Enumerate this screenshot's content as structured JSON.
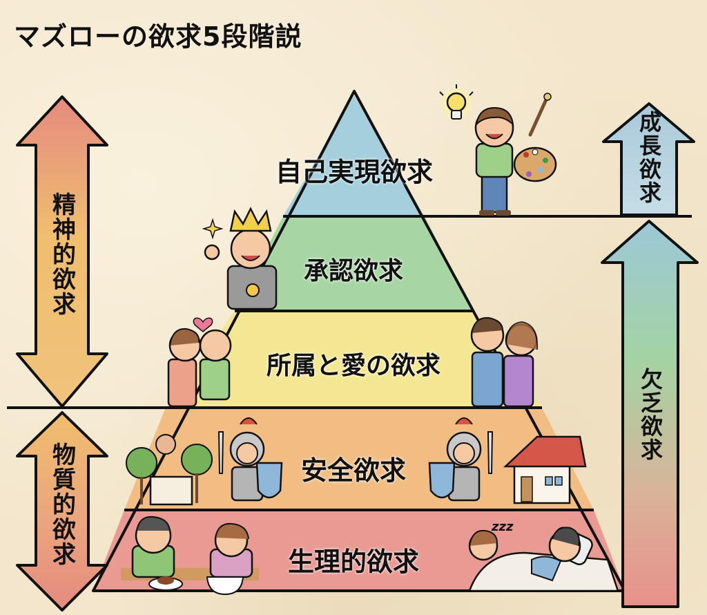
{
  "title": "マズローの欲求5段階説",
  "pyramid": {
    "levels": [
      {
        "rank": 5,
        "label": "自己実現欲求",
        "color": "#9ccbd9",
        "illustration": "man-with-lightbulb-and-paint-palette"
      },
      {
        "rank": 4,
        "label": "承認欲求",
        "color": "#9fd3a0",
        "illustration": "man-with-crown-and-medal"
      },
      {
        "rank": 3,
        "label": "所属と愛の欲求",
        "color": "#f3e48a",
        "illustration": "hugging-couples"
      },
      {
        "rank": 2,
        "label": "安全欲求",
        "color": "#f0b877",
        "illustration": "knights-with-shields-and-houses"
      },
      {
        "rank": 1,
        "label": "生理的欲求",
        "color": "#e8908a",
        "illustration": "people-eating-and-sleeping"
      }
    ]
  },
  "left_arrows": [
    {
      "label": "精神的欲求",
      "color_top": "#e58a80",
      "color_bottom": "#efbe6e"
    },
    {
      "label": "物質的欲求",
      "color_top": "#efbe6e",
      "color_bottom": "#e58a80"
    }
  ],
  "right_arrows": [
    {
      "label": "成長欲求",
      "color": "#a9c9d9"
    },
    {
      "label": "欠乏欲求",
      "color_top": "#9cc7d8",
      "color_mid": "#9fd3a0",
      "color_bottom": "#e8908a"
    }
  ],
  "decorations": {
    "sleep_text": "zzz",
    "heart_color": "#e97a97",
    "sparkle_color": "#f4d35e"
  }
}
